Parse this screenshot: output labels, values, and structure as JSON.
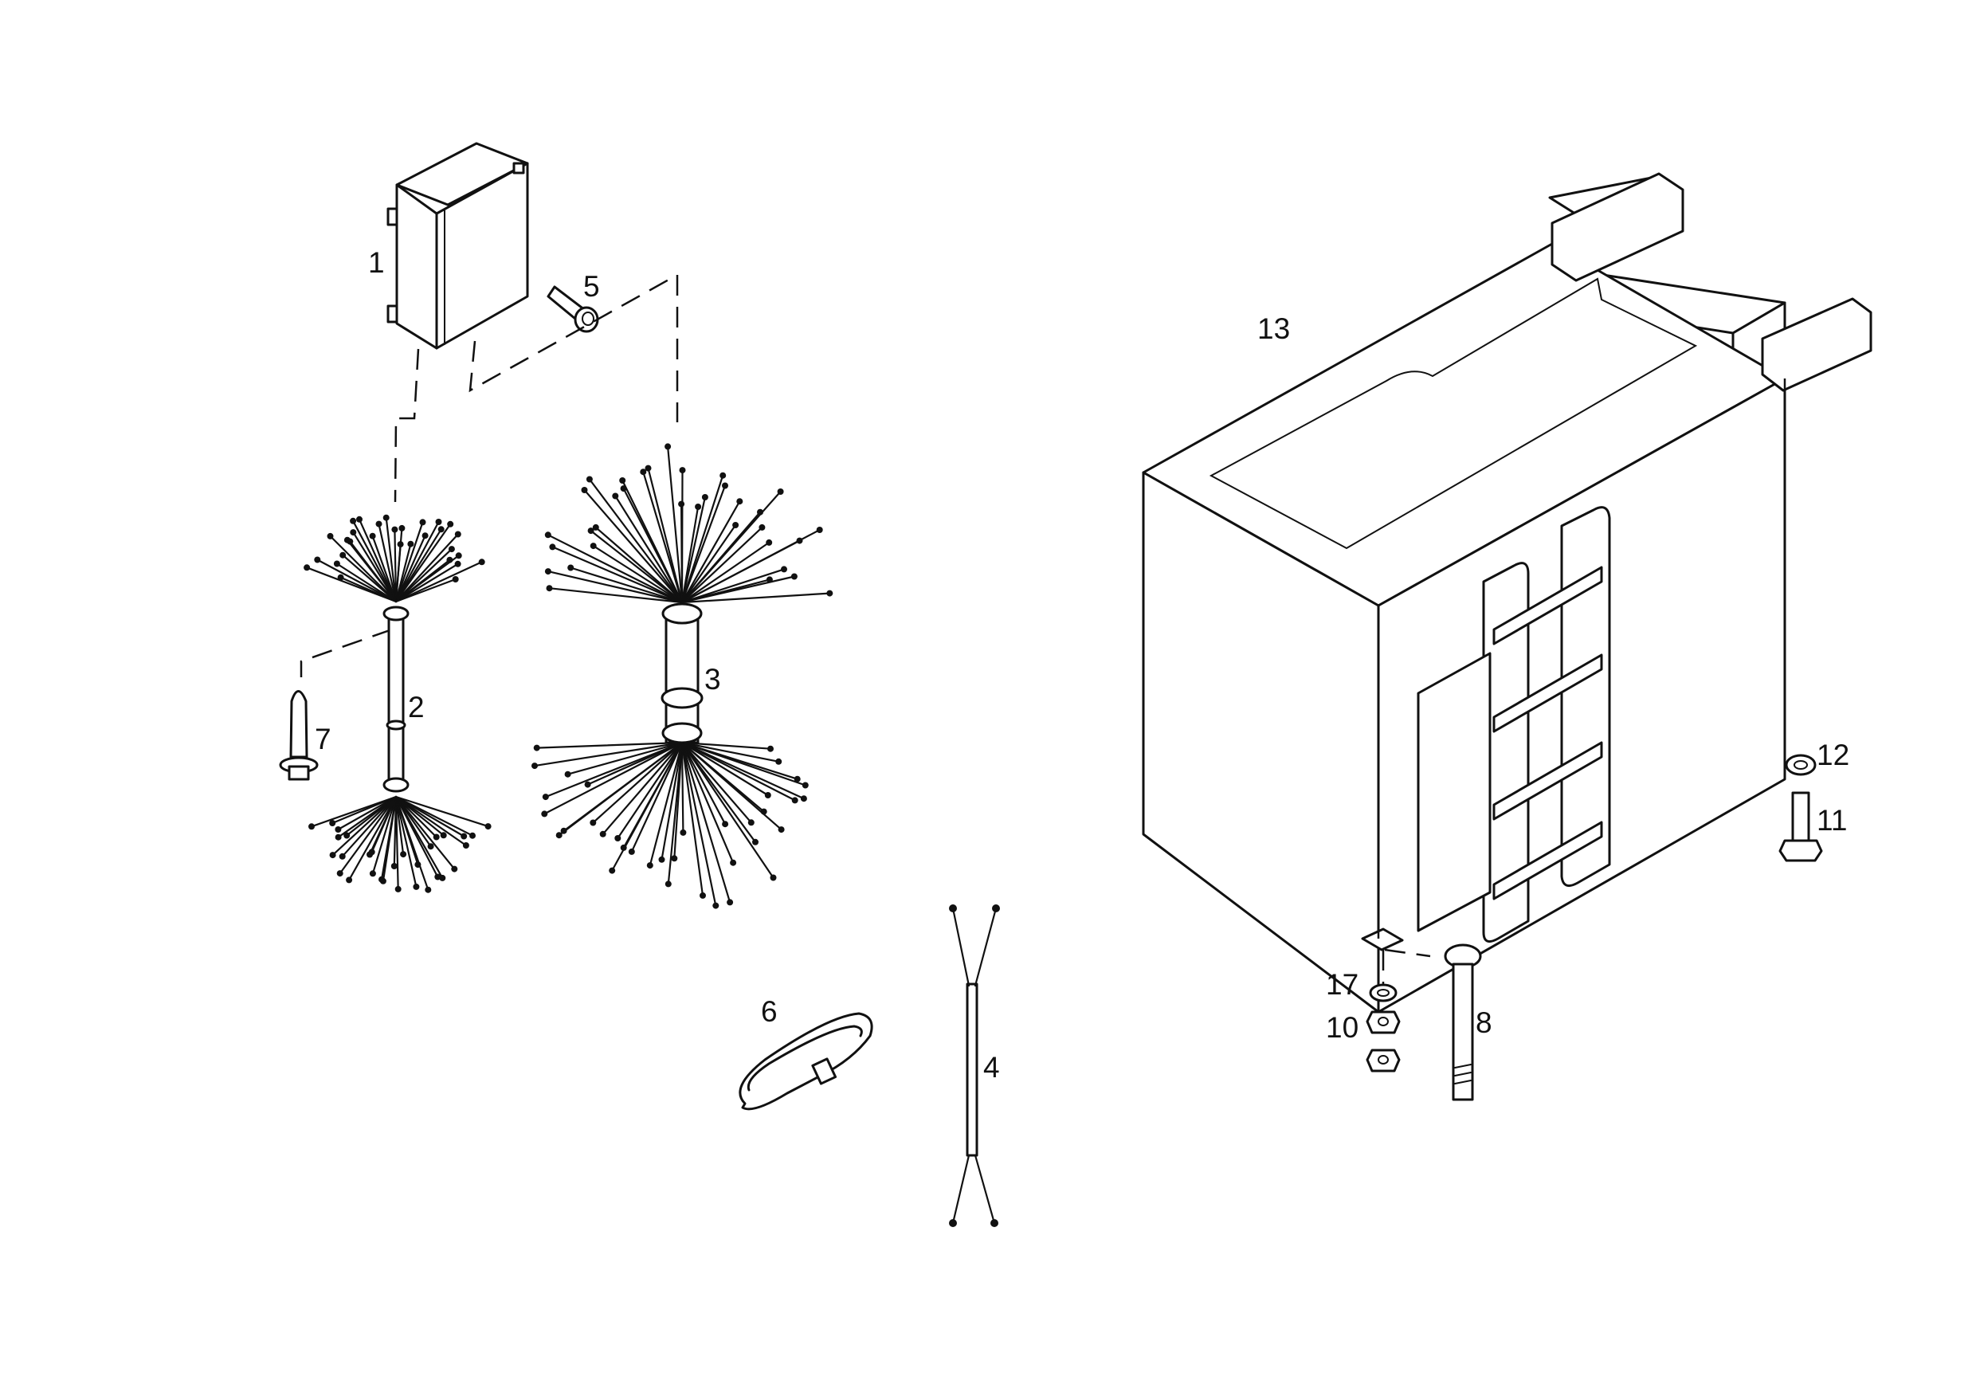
{
  "parts": [
    {
      "number": "1"
    },
    {
      "number": "2"
    },
    {
      "number": "3"
    },
    {
      "number": "4"
    },
    {
      "number": "5"
    },
    {
      "number": "6"
    },
    {
      "number": "7"
    },
    {
      "number": "8"
    },
    {
      "number": "10"
    },
    {
      "number": "11"
    },
    {
      "number": "12"
    },
    {
      "number": "13"
    },
    {
      "number": "17"
    }
  ]
}
